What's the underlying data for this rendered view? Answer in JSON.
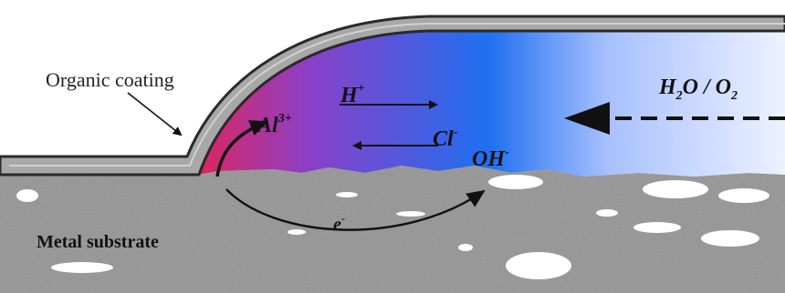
{
  "labels": {
    "coating": "Organic coating",
    "metal": "Metal substrate",
    "electron": "e",
    "electron_sup": "-",
    "water_oxygen": {
      "h": "H",
      "sub1": "2",
      "mid": "O / O",
      "sub2": "2"
    },
    "aluminum": {
      "base": "Al",
      "sup": "3+"
    },
    "hydrogen": {
      "base": "H",
      "sup": "+"
    },
    "chloride": {
      "base": "Cl",
      "sup": "-"
    },
    "hydroxide": {
      "base": "OH",
      "sup": "-"
    }
  },
  "colors": {
    "anodic_red": "#e0245a",
    "mid_violet": "#8a40c8",
    "cathodic_blue": "#1f6ff0",
    "electrolyte_fade": "#eef2ff",
    "coating_fill": "#a8a8a8",
    "coating_edge": "#2a2a2a",
    "metal_gray": "#a6a6a6",
    "arrow": "#111111"
  }
}
